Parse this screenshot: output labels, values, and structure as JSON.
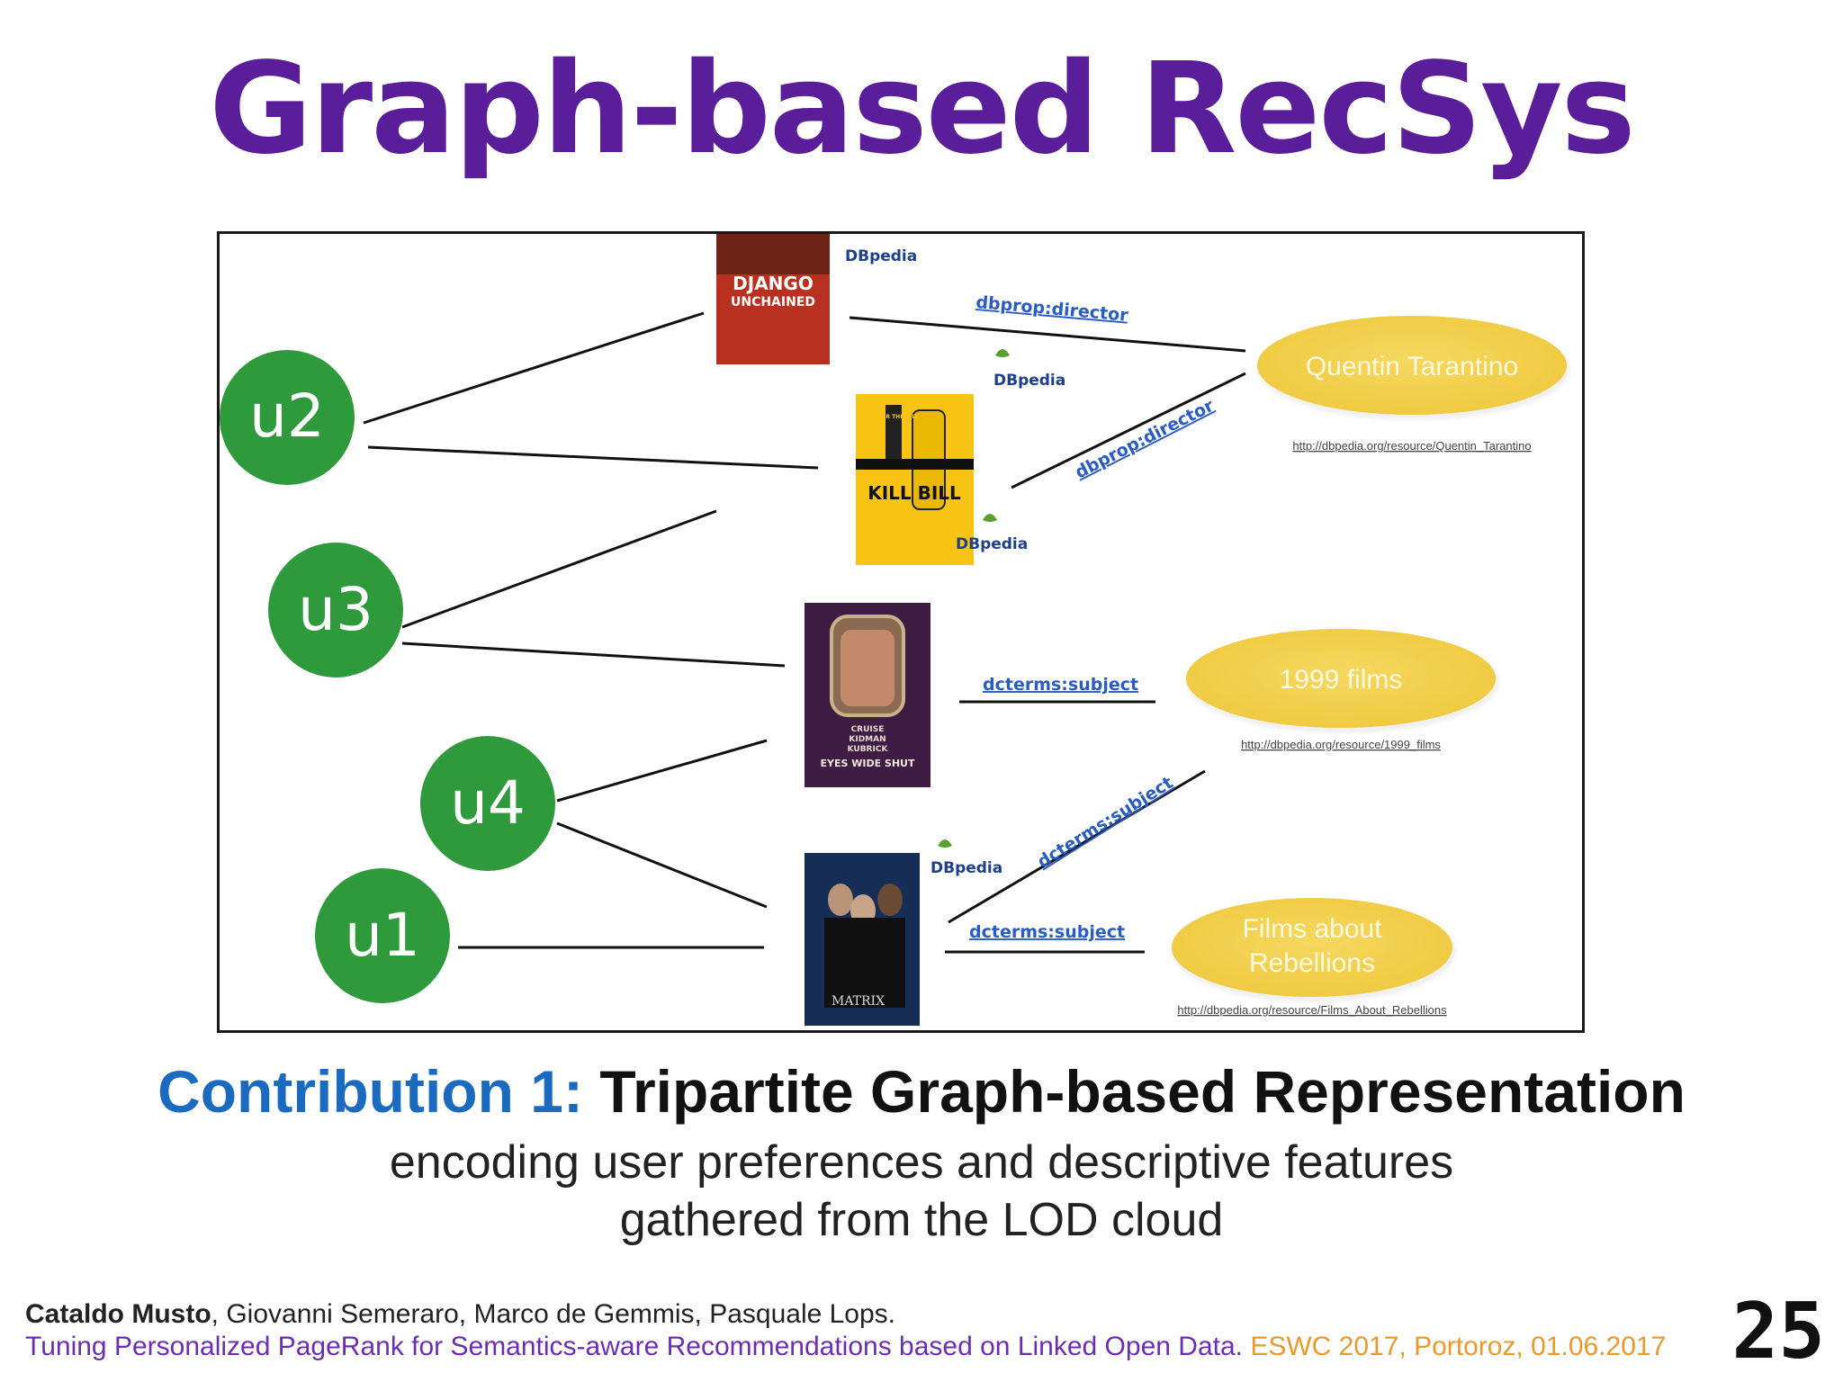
{
  "title": "Graph-based RecSys",
  "diagram": {
    "users": [
      "u2",
      "u3",
      "u4",
      "u1"
    ],
    "movies": [
      "Django Unchained",
      "Kill Bill",
      "Eyes Wide Shut",
      "The Matrix"
    ],
    "properties": {
      "director_1": "dbprop:director",
      "director_2": "dbprop:director",
      "subject_1": "dcterms:subject",
      "subject_2": "dcterms:subject",
      "subject_3": "dcterms:subject"
    },
    "entities": [
      {
        "label_1": "Quentin Tarantino",
        "label_2": "",
        "uri": "http://dbpedia.org/resource/Quentin_Tarantino"
      },
      {
        "label_1": "1999 films",
        "label_2": "",
        "uri": "http://dbpedia.org/resource/1999_films"
      },
      {
        "label_1": "Films about",
        "label_2": "Rebellions",
        "uri": "http://dbpedia.org/resource/Films_About_Rebellions"
      }
    ],
    "dbpedia_logo": "DBpedia",
    "poster_text": {
      "django_1": "DJANGO",
      "django_2": "UNCHAINED",
      "killbill_1": "KILL BILL",
      "killbill_2": "GO FOR THE KILL",
      "eyes_1": "CRUISE",
      "eyes_2": "KIDMAN",
      "eyes_3": "KUBRICK",
      "eyes_4": "EYES WIDE SHUT",
      "matrix_1": "MATRIX"
    },
    "colors": {
      "user_node": "#2e9a3c",
      "entity_node": "#f2cd4a",
      "property_text": "#2a5cc4"
    }
  },
  "contribution": {
    "lead": "Contribution 1:",
    "main": "Tripartite Graph-based Representation",
    "line1": "encoding user preferences and descriptive features",
    "line2": "gathered from the LOD cloud"
  },
  "footer": {
    "first_author": "Cataldo Musto",
    "other_authors": ", Giovanni Semeraro, Marco de Gemmis, Pasquale Lops.",
    "paper_title": "Tuning Personalized PageRank for Semantics-aware Recommendations based on Linked Open Data.",
    "venue": "ESWC 2017, Portoroz, 01.06.2017"
  },
  "page_number": "25"
}
